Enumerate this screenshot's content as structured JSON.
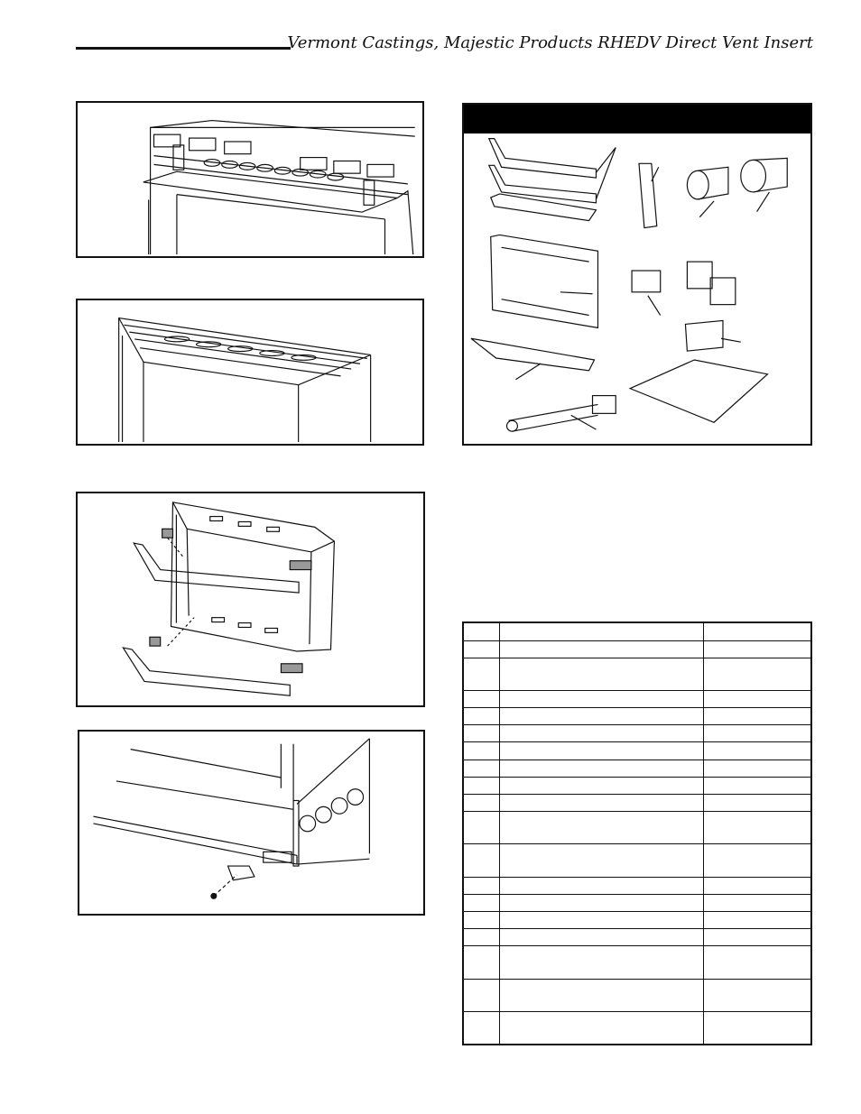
{
  "header": {
    "title": "Vermont Castings, Majestic Products RHEDV Direct Vent Insert"
  },
  "figures": [
    {
      "name": "figure-upper-vent-brackets"
    },
    {
      "name": "figure-louvered-surround"
    },
    {
      "name": "figure-trim-assembly"
    },
    {
      "name": "figure-floor-bracket"
    }
  ],
  "parts_illustration": {
    "name": "parts-kit-illustration"
  },
  "parts_table": {
    "columns": [
      "",
      "",
      ""
    ],
    "rows": [
      {
        "tall": false
      },
      {
        "tall": true
      },
      {
        "tall": false
      },
      {
        "tall": false
      },
      {
        "tall": false
      },
      {
        "tall": false
      },
      {
        "tall": false
      },
      {
        "tall": false
      },
      {
        "tall": false
      },
      {
        "tall": true
      },
      {
        "tall": true
      },
      {
        "tall": false
      },
      {
        "tall": false
      },
      {
        "tall": false
      },
      {
        "tall": false
      },
      {
        "tall": true
      },
      {
        "tall": true
      },
      {
        "tall": true
      }
    ]
  }
}
